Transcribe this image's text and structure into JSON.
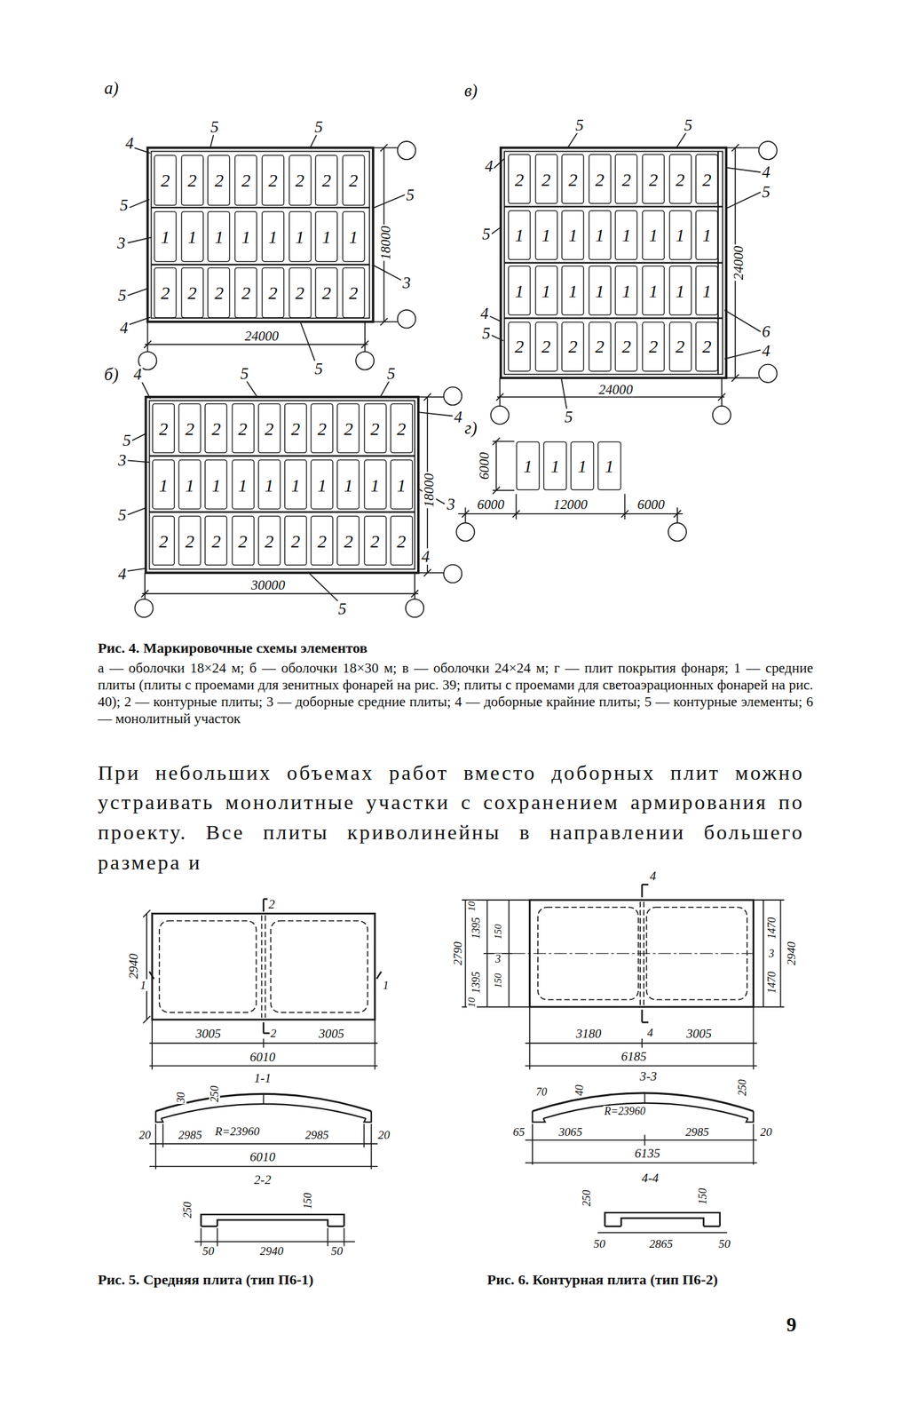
{
  "diagram": {
    "caption": "Рис. 4. Маркировочные схемы элементов",
    "nodes": [
      {
        "text": [
          "2"
        ]
      },
      {
        "text": [
          "2"
        ]
      },
      {
        "text": [
          "2"
        ]
      },
      {
        "text": [
          "2"
        ]
      },
      {
        "text": [
          "2"
        ]
      },
      {
        "text": [
          "2"
        ]
      },
      {
        "text": [
          "2"
        ]
      },
      {
        "text": [
          "2"
        ]
      },
      {
        "text": [
          "1"
        ]
      },
      {
        "text": [
          "1"
        ]
      },
      {
        "text": [
          "1"
        ]
      },
      {
        "text": [
          "1"
        ]
      },
      {
        "text": [
          "1"
        ]
      },
      {
        "text": [
          "1"
        ]
      },
      {
        "text": [
          "1"
        ]
      },
      {
        "text": [
          "1"
        ]
      },
      {
        "text": [
          "2"
        ]
      },
      {
        "text": [
          "2"
        ]
      },
      {
        "text": [
          "2"
        ]
      },
      {
        "text": [
          "2"
        ]
      },
      {
        "text": [
          "2"
        ]
      },
      {
        "text": [
          "2"
        ]
      },
      {
        "text": [
          "2"
        ]
      },
      {
        "text": [
          "2"
        ]
      },
      {
        "text": [
          "2"
        ]
      },
      {
        "text": [
          "2"
        ]
      },
      {
        "text": [
          "2"
        ]
      },
      {
        "text": [
          "2"
        ]
      },
      {
        "text": [
          "2"
        ]
      },
      {
        "text": [
          "2"
        ]
      },
      {
        "text": [
          "2"
        ]
      },
      {
        "text": [
          "2"
        ]
      },
      {
        "text": [
          "2"
        ]
      },
      {
        "text": [
          "2"
        ]
      },
      {
        "text": [
          "1"
        ]
      },
      {
        "text": [
          "1"
        ]
      },
      {
        "text": [
          "1"
        ]
      },
      {
        "text": [
          "1"
        ]
      },
      {
        "text": [
          "1"
        ]
      },
      {
        "text": [
          "1"
        ]
      },
      {
        "text": [
          "1"
        ]
      },
      {
        "text": [
          "1"
        ]
      },
      {
        "text": [
          "1"
        ]
      },
      {
        "text": [
          "1"
        ]
      },
      {
        "text": [
          "2"
        ]
      },
      {
        "text": [
          "2"
        ]
      },
      {
        "text": [
          "2"
        ]
      },
      {
        "text": [
          "2"
        ]
      },
      {
        "text": [
          "2"
        ]
      },
      {
        "text": [
          "2"
        ]
      },
      {
        "text": [
          "2"
        ]
      },
      {
        "text": [
          "2"
        ]
      },
      {
        "text": [
          "2"
        ]
      },
      {
        "text": [
          "2"
        ]
      },
      {
        "text": [
          "2"
        ]
      },
      {
        "text": [
          "2"
        ]
      },
      {
        "text": [
          "2"
        ]
      },
      {
        "text": [
          "2"
        ]
      },
      {
        "text": [
          "2"
        ]
      },
      {
        "text": [
          "2"
        ]
      },
      {
        "text": [
          "2"
        ]
      },
      {
        "text": [
          "2"
        ]
      },
      {
        "text": [
          "1"
        ]
      },
      {
        "text": [
          "1"
        ]
      },
      {
        "text": [
          "1"
        ]
      },
      {
        "text": [
          "1"
        ]
      },
      {
        "text": [
          "1"
        ]
      },
      {
        "text": [
          "1"
        ]
      },
      {
        "text": [
          "1"
        ]
      },
      {
        "text": [
          "1"
        ]
      },
      {
        "text": [
          "1"
        ]
      },
      {
        "text": [
          "1"
        ]
      },
      {
        "text": [
          "1"
        ]
      },
      {
        "text": [
          "1"
        ]
      },
      {
        "text": [
          "1"
        ]
      },
      {
        "text": [
          "1"
        ]
      },
      {
        "text": [
          "1"
        ]
      },
      {
        "text": [
          "1"
        ]
      },
      {
        "text": [
          "2"
        ]
      },
      {
        "text": [
          "2"
        ]
      },
      {
        "text": [
          "2"
        ]
      },
      {
        "text": [
          "2"
        ]
      },
      {
        "text": [
          "2"
        ]
      },
      {
        "text": [
          "2"
        ]
      },
      {
        "text": [
          "2"
        ]
      },
      {
        "text": [
          "2"
        ]
      },
      {
        "text": [
          "1"
        ]
      },
      {
        "text": [
          "1"
        ]
      },
      {
        "text": [
          "1"
        ]
      },
      {
        "text": [
          "1"
        ]
      }
    ],
    "labels": [
      "а)",
      "5",
      "5",
      "4",
      "5",
      "3",
      "5",
      "4",
      "5",
      "18000",
      "3",
      "24000",
      "5",
      "б)",
      "4",
      "5",
      "5",
      "4",
      "5",
      "3",
      "18000",
      "3",
      "5",
      "4",
      "4",
      "30000",
      "5",
      "в)",
      "5",
      "5",
      "4",
      "4",
      "5",
      "5",
      "24000",
      "4",
      "5",
      "6",
      "4",
      "24000",
      "5",
      "г)",
      "6000",
      "6000",
      "12000",
      "6000",
      "а — оболочки 18×24 м; б — оболочки 18×30 м; в — оболочки 24×24 м; г — плит покрытия фонаря; 1 — средние плиты (плиты с проемами для зенитных фонарей на рис. 39; плиты с проемами для светоаэрационных фонарей на рис. 40); 2 — контурные плиты; 3 — доборные средние плиты; 4 — доборные крайние плиты; 5 — контурные элементы; 6 — монолитный участок",
      "При небольших объемах работ вместо доборных плит можно устраивать монолитные участки с сохранением армирования по проекту. Все плиты криволинейны в направлении большего размера и",
      "2",
      "2940",
      "1",
      "1",
      "3005",
      "2",
      "3005",
      "6010",
      "1-1",
      "30",
      "250",
      "20",
      "2985",
      "R=23960",
      "2985",
      "20",
      "6010",
      "2-2",
      "250",
      "150",
      "50",
      "2940",
      "50",
      "Рис. 5. Средняя плита (тип П6-1)",
      "4",
      "10",
      "1395",
      "150",
      "2790",
      "3",
      "1395",
      "150",
      "10",
      "1470",
      "3",
      "1470",
      "2940",
      "3180",
      "4",
      "3005",
      "6185",
      "3-3",
      "70",
      "40",
      "250",
      "R=23960",
      "65",
      "3065",
      "2985",
      "20",
      "6135",
      "4-4",
      "250",
      "150",
      "50",
      "2865",
      "50",
      "Рис. 6. Контурная плита (тип П6-2)",
      "9"
    ]
  }
}
